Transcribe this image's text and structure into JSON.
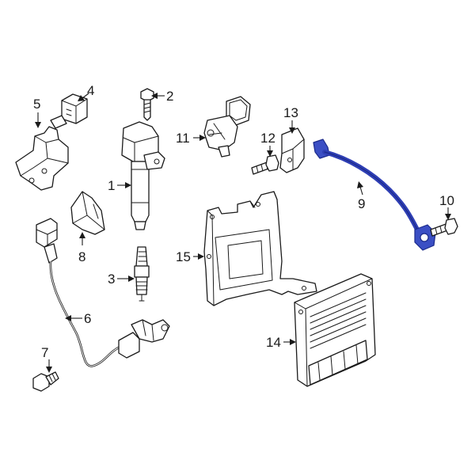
{
  "diagram": {
    "highlight_color": "#2f3fb5",
    "callouts": {
      "c1": "1",
      "c2": "2",
      "c3": "3",
      "c4": "4",
      "c5": "5",
      "c6": "6",
      "c7": "7",
      "c8": "8",
      "c9": "9",
      "c10": "10",
      "c11": "11",
      "c12": "12",
      "c13": "13",
      "c14": "14",
      "c15": "15"
    },
    "highlighted_callout": "9"
  }
}
